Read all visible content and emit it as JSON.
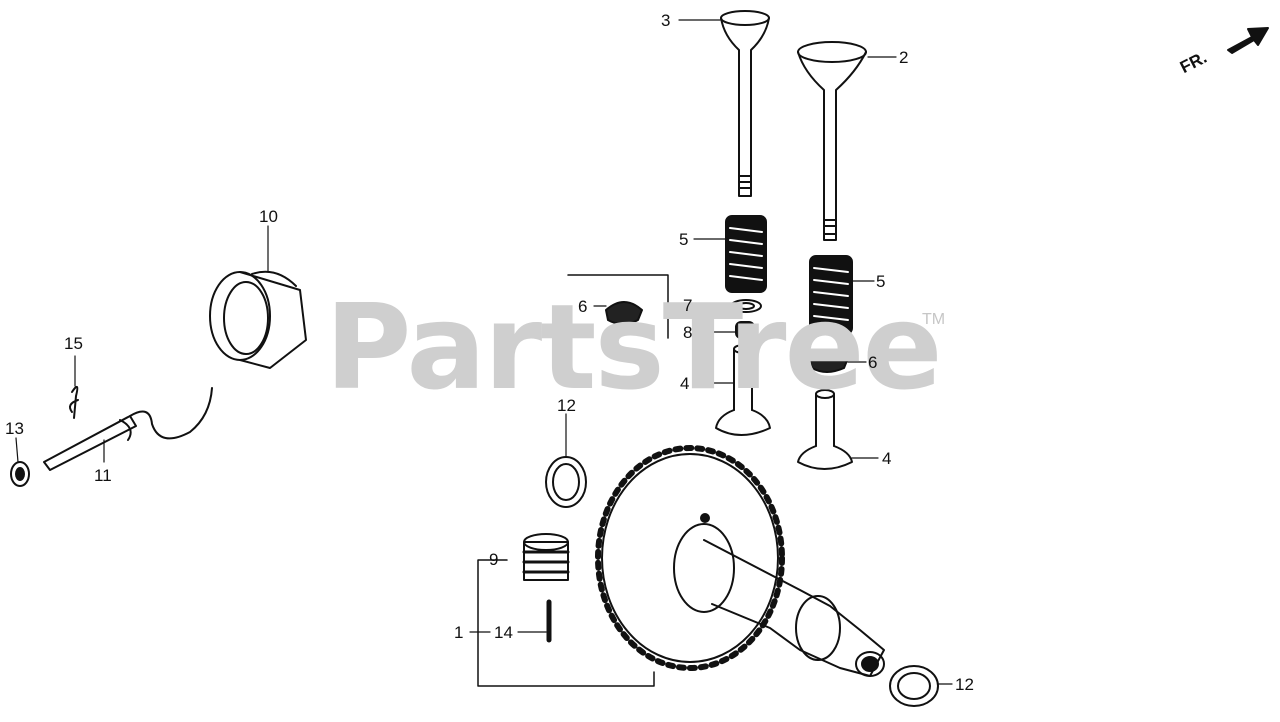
{
  "watermark": {
    "text": "PartsTree",
    "tm": "TM"
  },
  "direction": {
    "label": "FR."
  },
  "callouts": [
    "1",
    "2",
    "3",
    "4",
    "4",
    "5",
    "5",
    "6",
    "6",
    "7",
    "8",
    "9",
    "10",
    "11",
    "12",
    "12",
    "13",
    "14",
    "15"
  ],
  "colors": {
    "ink": "#111111",
    "watermark": "#cfcfcf"
  }
}
